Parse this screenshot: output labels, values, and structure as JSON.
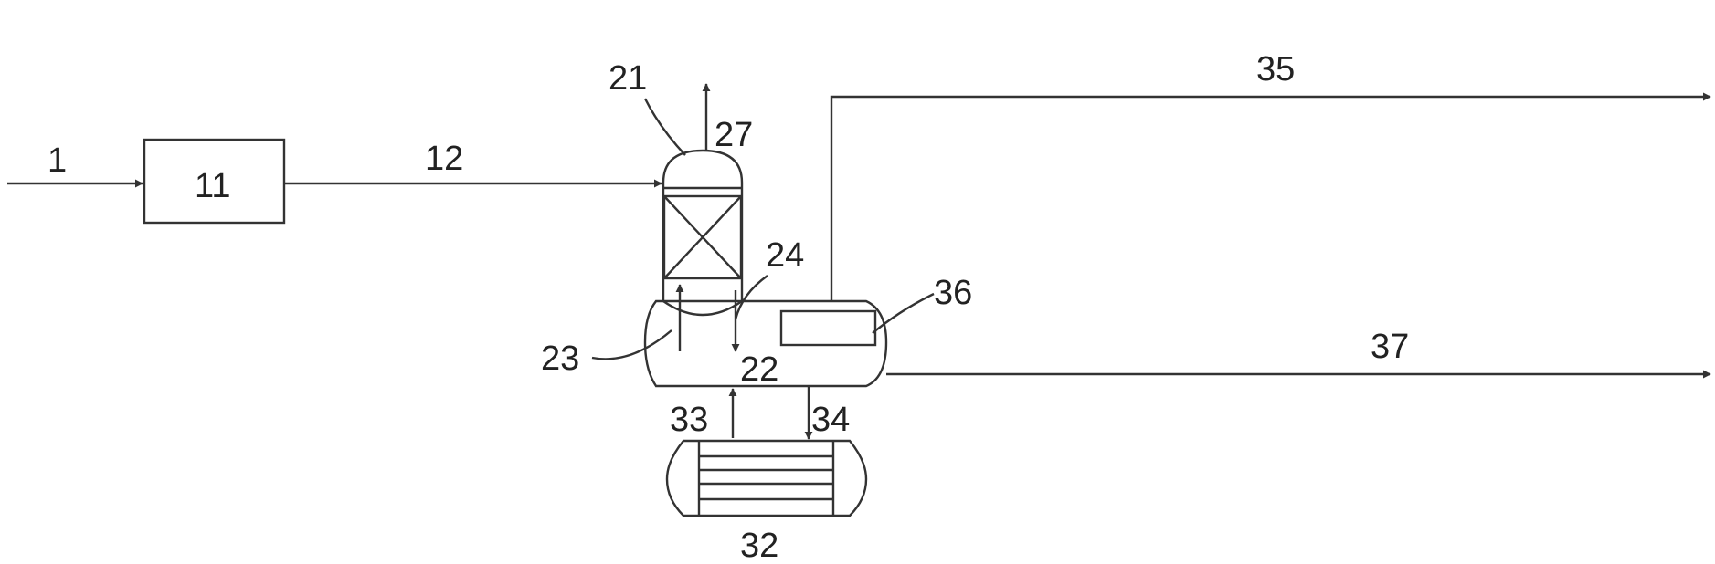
{
  "labels": {
    "l1": "1",
    "l11": "11",
    "l12": "12",
    "l21": "21",
    "l22": "22",
    "l23": "23",
    "l24": "24",
    "l27": "27",
    "l32": "32",
    "l33": "33",
    "l34": "34",
    "l35": "35",
    "l36": "36",
    "l37": "37"
  }
}
